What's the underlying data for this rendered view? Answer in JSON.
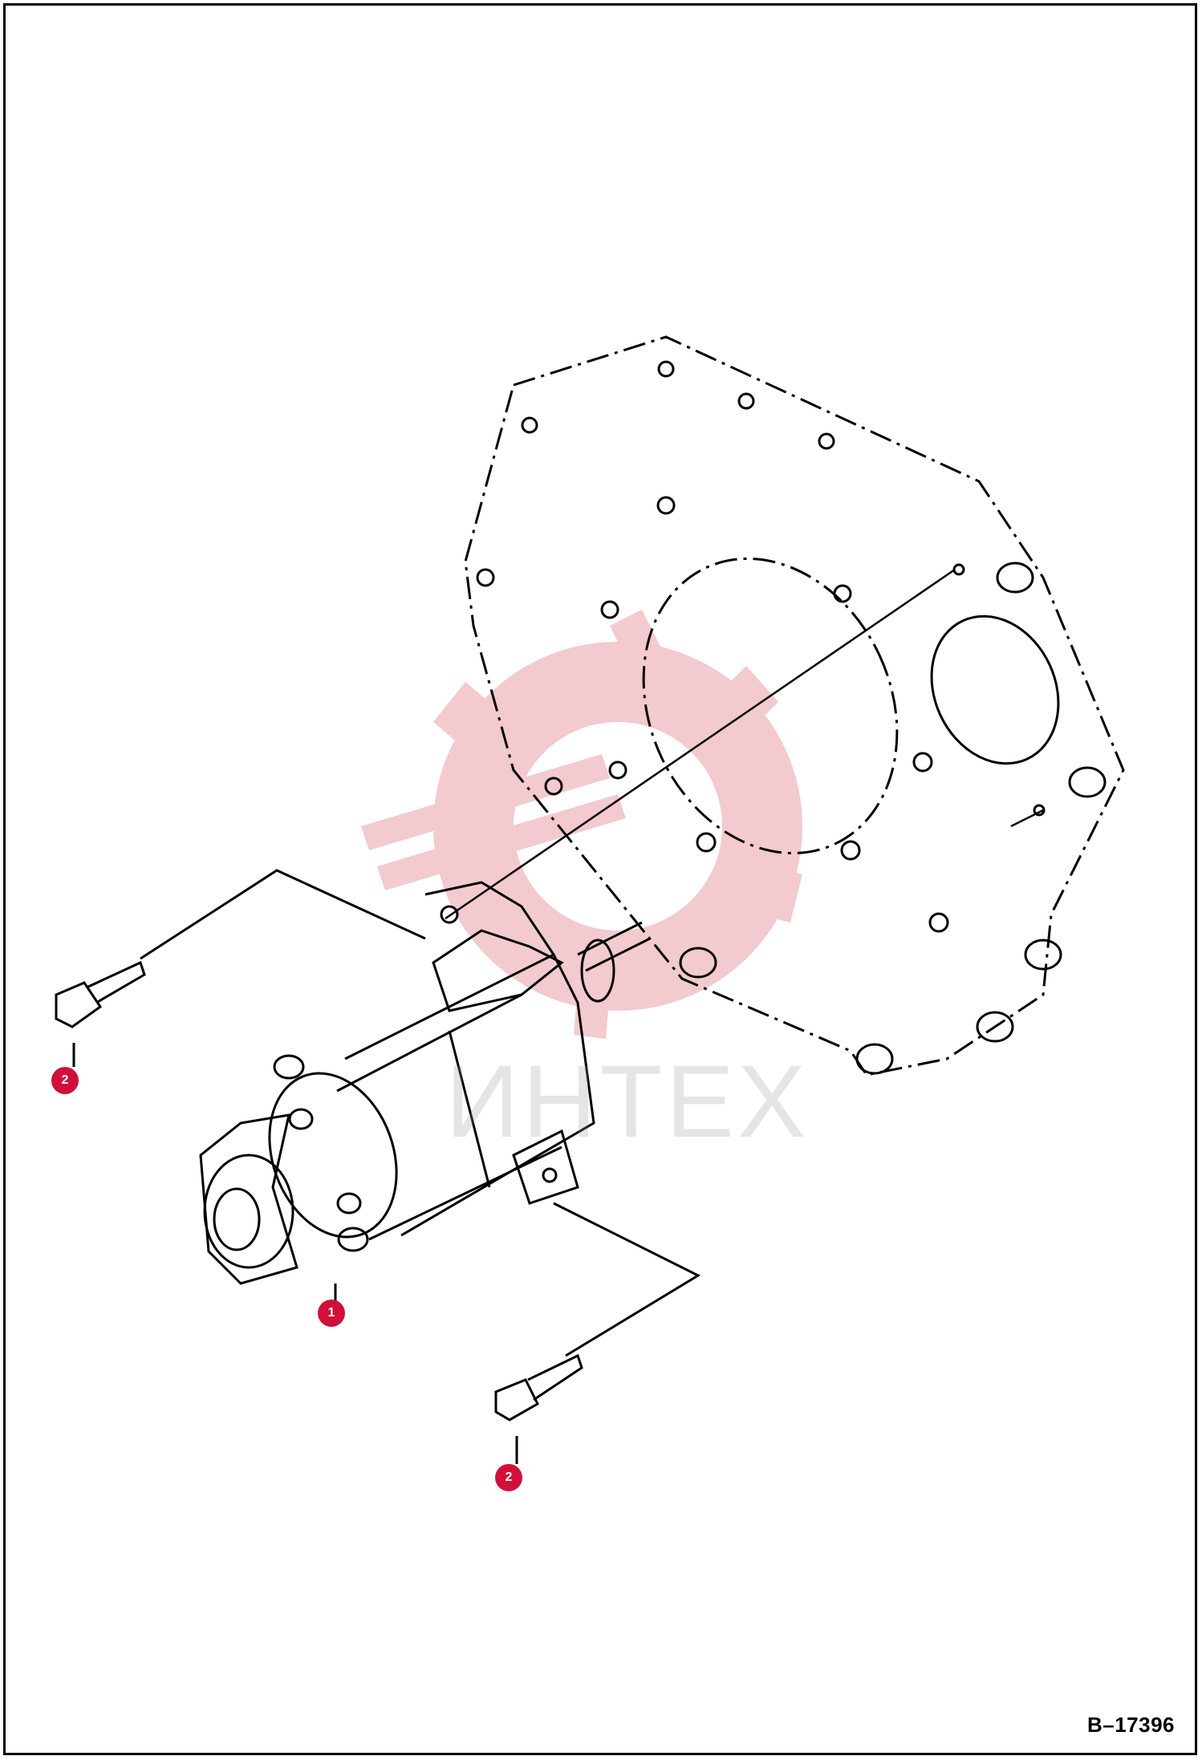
{
  "figure": {
    "number": "B–17396"
  },
  "callouts": [
    {
      "label": "2",
      "part": "bolt-upper"
    },
    {
      "label": "1",
      "part": "starter-motor"
    },
    {
      "label": "2",
      "part": "bolt-lower"
    }
  ],
  "watermark": {
    "text": "ИНТЕХ",
    "color": "#e8a0a8"
  },
  "colors": {
    "line": "#000000",
    "callout": "#d0103a"
  }
}
